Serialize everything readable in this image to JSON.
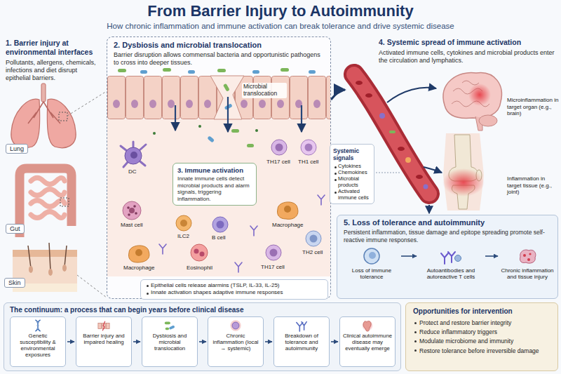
{
  "diagram": {
    "title": "From Barrier Injury to Autoimmunity",
    "caption": "How chronic inflammation and immune activation can break tolerance and drive systemic disease",
    "nodes": [
      {
        "text": [
          "Lung"
        ]
      },
      {
        "text": [
          "Gut"
        ]
      },
      {
        "text": [
          "Skin"
        ]
      },
      {
        "text": [
          "2. Dysbiosis and microbial translocation",
          "Barrier disruption allows commensal bacteria and opportunistic pathogens to cross into deeper tissues."
        ]
      },
      {
        "text": [
          "3. Immune activation",
          "Innate immune cells detect microbial products and alarm signals, triggering inflammation."
        ],
        "in": 3
      },
      {
        "text": [
          "Epithelial cells release alarmins (TSLP, IL-33, IL-25)",
          "Innate activation shapes adaptive immune responses"
        ],
        "in": 3
      },
      {
        "text": [
          "Systemic signals",
          "Cytokines",
          "Chemokines",
          "Microbial products",
          "Activated immune cells"
        ]
      },
      {
        "text": [
          "5. Loss of tolerance and autoimmunity",
          "Persistent inflammation, tissue damage and epitope spreading promote self-reactive immune responses."
        ]
      },
      {
        "text": [
          "Loss of immune tolerance"
        ],
        "in": 7
      },
      {
        "text": [
          "Autoantibodies and autoreactive T cells"
        ],
        "in": 7
      },
      {
        "text": [
          "Chronic inflammation and tissue injury"
        ],
        "in": 7
      },
      {
        "text": [
          "The continuum: a process that can begin years before clinical disease"
        ]
      },
      {
        "text": [
          "Genetic susceptibility & environmental exposures"
        ],
        "in": 11
      },
      {
        "text": [
          "Barrier injury and impaired healing"
        ],
        "in": 11
      },
      {
        "text": [
          "Dysbiosis and microbial translocation"
        ],
        "in": 11
      },
      {
        "text": [
          "Chronic inflammation (local → systemic)"
        ],
        "in": 11
      },
      {
        "text": [
          "Breakdown of tolerance and autoimmunity"
        ],
        "in": 11
      },
      {
        "text": [
          "Clinical autoimmune disease may eventually emerge"
        ],
        "in": 11
      },
      {
        "text": [
          "Opportunities for intervention",
          "Protect and restore barrier integrity",
          "Reduce inflammatory triggers",
          "Modulate microbiome and immunity",
          "Restore tolerance before irreversible damage"
        ]
      }
    ],
    "edges": [
      {
        "from": 8,
        "to": 9,
        "arrow": "to"
      },
      {
        "from": 9,
        "to": 10,
        "arrow": "to"
      },
      {
        "from": 12,
        "to": 13,
        "arrow": "to"
      },
      {
        "from": 13,
        "to": 14,
        "arrow": "to"
      },
      {
        "from": 14,
        "to": 15,
        "arrow": "to"
      },
      {
        "from": 15,
        "to": 16,
        "arrow": "to"
      },
      {
        "from": 16,
        "to": 17,
        "arrow": "to"
      }
    ],
    "labels": [
      "1. Barrier injury at environmental interfaces",
      "Pollutants, allergens, chemicals, infections and diet disrupt epithelial barriers.",
      "Microbial translocation",
      "DC",
      "TH17 cell",
      "TH1 cell",
      "Mast cell",
      "ILC2",
      "B cell",
      "Macrophage",
      "TH2 cell",
      "TH17 cell",
      "Macrophage",
      "Eosinophil",
      "4. Systemic spread of immune activation",
      "Activated immune cells, cytokines and microbial products enter the circulation and lymphatics.",
      "Microinflammation in target organ (e.g., brain)",
      "Inflammation in target tissue (e.g., joint)"
    ]
  }
}
